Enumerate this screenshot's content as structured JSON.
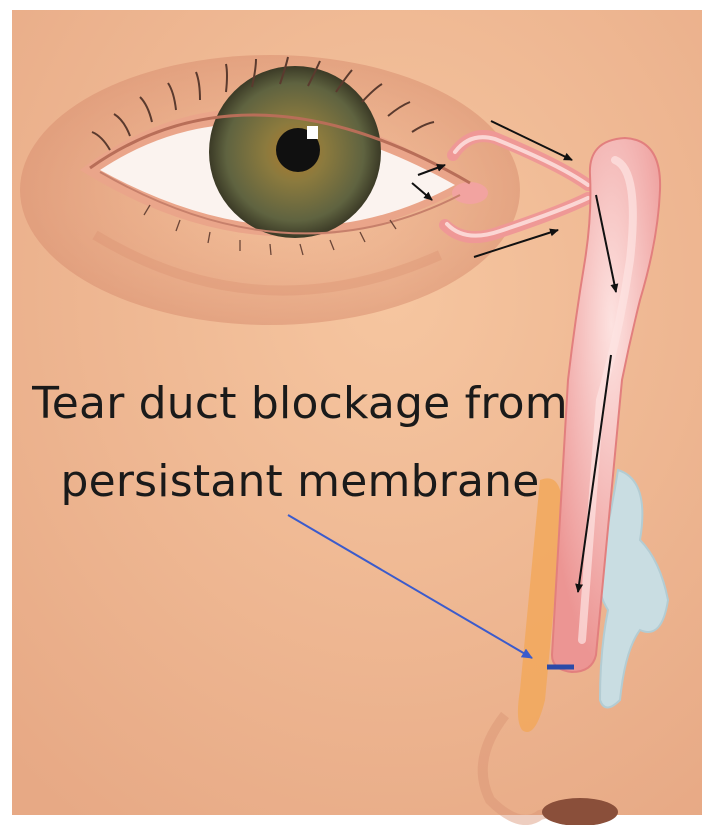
{
  "caption": {
    "line1": "Tear duct blockage from",
    "line2": "persistant membrane"
  },
  "colors": {
    "skin": "#f0b891",
    "duct": "#f2a3a0",
    "duct_highlight": "#fbd6d4",
    "iris": "#6b6a3e",
    "pointer_arrow": "#3b5bcc",
    "blockage": "#2b4aa8",
    "cartilage": "#c9dde2",
    "bone": "#f2a85c"
  },
  "icons": [
    "eye-illustration",
    "tear-duct-illustration",
    "nose-illustration",
    "flow-arrow-icon",
    "pointer-arrow-icon"
  ]
}
